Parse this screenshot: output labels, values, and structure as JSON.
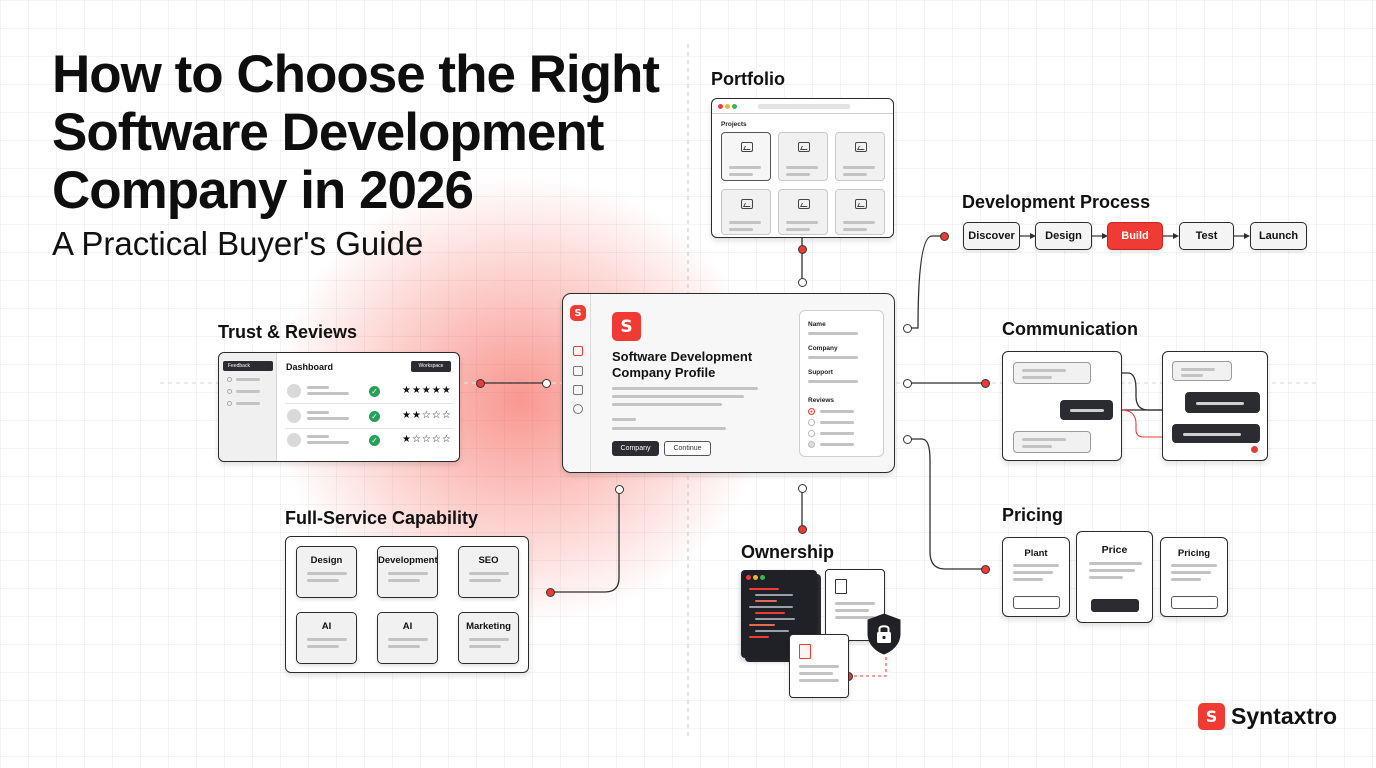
{
  "header": {
    "title": "How to Choose the Right Software Development Company in 2026",
    "subtitle": "A Practical Buyer's Guide"
  },
  "portfolio": {
    "label": "Portfolio",
    "projects_label": "Projects"
  },
  "process": {
    "label": "Development Process",
    "steps": [
      "Discover",
      "Design",
      "Build",
      "Test",
      "Launch"
    ],
    "active_step": "Build"
  },
  "trust": {
    "label": "Trust & Reviews",
    "sidebar_badge": "Feedback",
    "dashboard_title": "Dashboard",
    "dashboard_button": "Workspace",
    "ratings": [
      "★★★★★",
      "★★☆☆☆",
      "★☆☆☆☆"
    ]
  },
  "profile": {
    "title": "Software Development Company Profile",
    "fields": {
      "name": "Name",
      "company": "Company",
      "support": "Support",
      "reviews": "Reviews"
    },
    "primary_button": "Company",
    "secondary_button": "Continue"
  },
  "communication": {
    "label": "Communication"
  },
  "pricing": {
    "label": "Pricing",
    "tiers": [
      "Plant",
      "Price",
      "Pricing"
    ]
  },
  "services": {
    "label": "Full-Service Capability",
    "items": [
      "Design",
      "Development",
      "SEO",
      "AI",
      "AI",
      "Marketing"
    ]
  },
  "ownership": {
    "label": "Ownership"
  },
  "brand": {
    "name": "Syntaxtro",
    "logo_glyph": "S"
  },
  "colors": {
    "accent": "#ef3b34",
    "ink": "#111111",
    "success": "#28a05a",
    "dark_bubble": "#2a2c31"
  },
  "icons": [
    "image-icon",
    "home-icon",
    "bookmark-icon",
    "calendar-icon",
    "settings-icon",
    "check-icon",
    "lock-shield-icon",
    "document-icon",
    "code-window-icon"
  ]
}
